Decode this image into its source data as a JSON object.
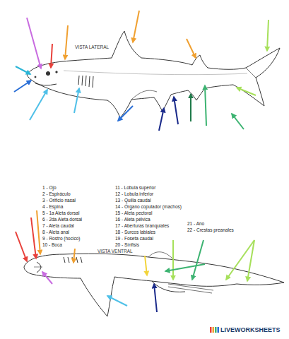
{
  "diagram": {
    "labels": [
      "VISTA LATERAL",
      "1 - Ojo",
      "2 - Espiráculo",
      "3 - Orificio nasal",
      "4 - Espina",
      "5 - 1a Aleta dorsal",
      "6 - 2da Aleta dorsal",
      "7 - Aleta caudal",
      "8 - Aleta anal",
      "9 - Rostro (hocico)",
      "10 - Boca",
      "11 - Lobula superior",
      "12 - Lobula inferior",
      "13 - Quilla caudal",
      "14 - Órgano copulador (machos)",
      "15 - Aleta pectoral",
      "16 - Aleta pélvica",
      "17 - Aberturas branquiales",
      "18 - Surcos labiales",
      "19 - Foseta caudal",
      "20 - Sínfisis",
      "21 - Ano",
      "22 - Crestas preanales",
      "VISTA VENTRAL",
      "LIVEWORKSHEETS"
    ]
  }
}
